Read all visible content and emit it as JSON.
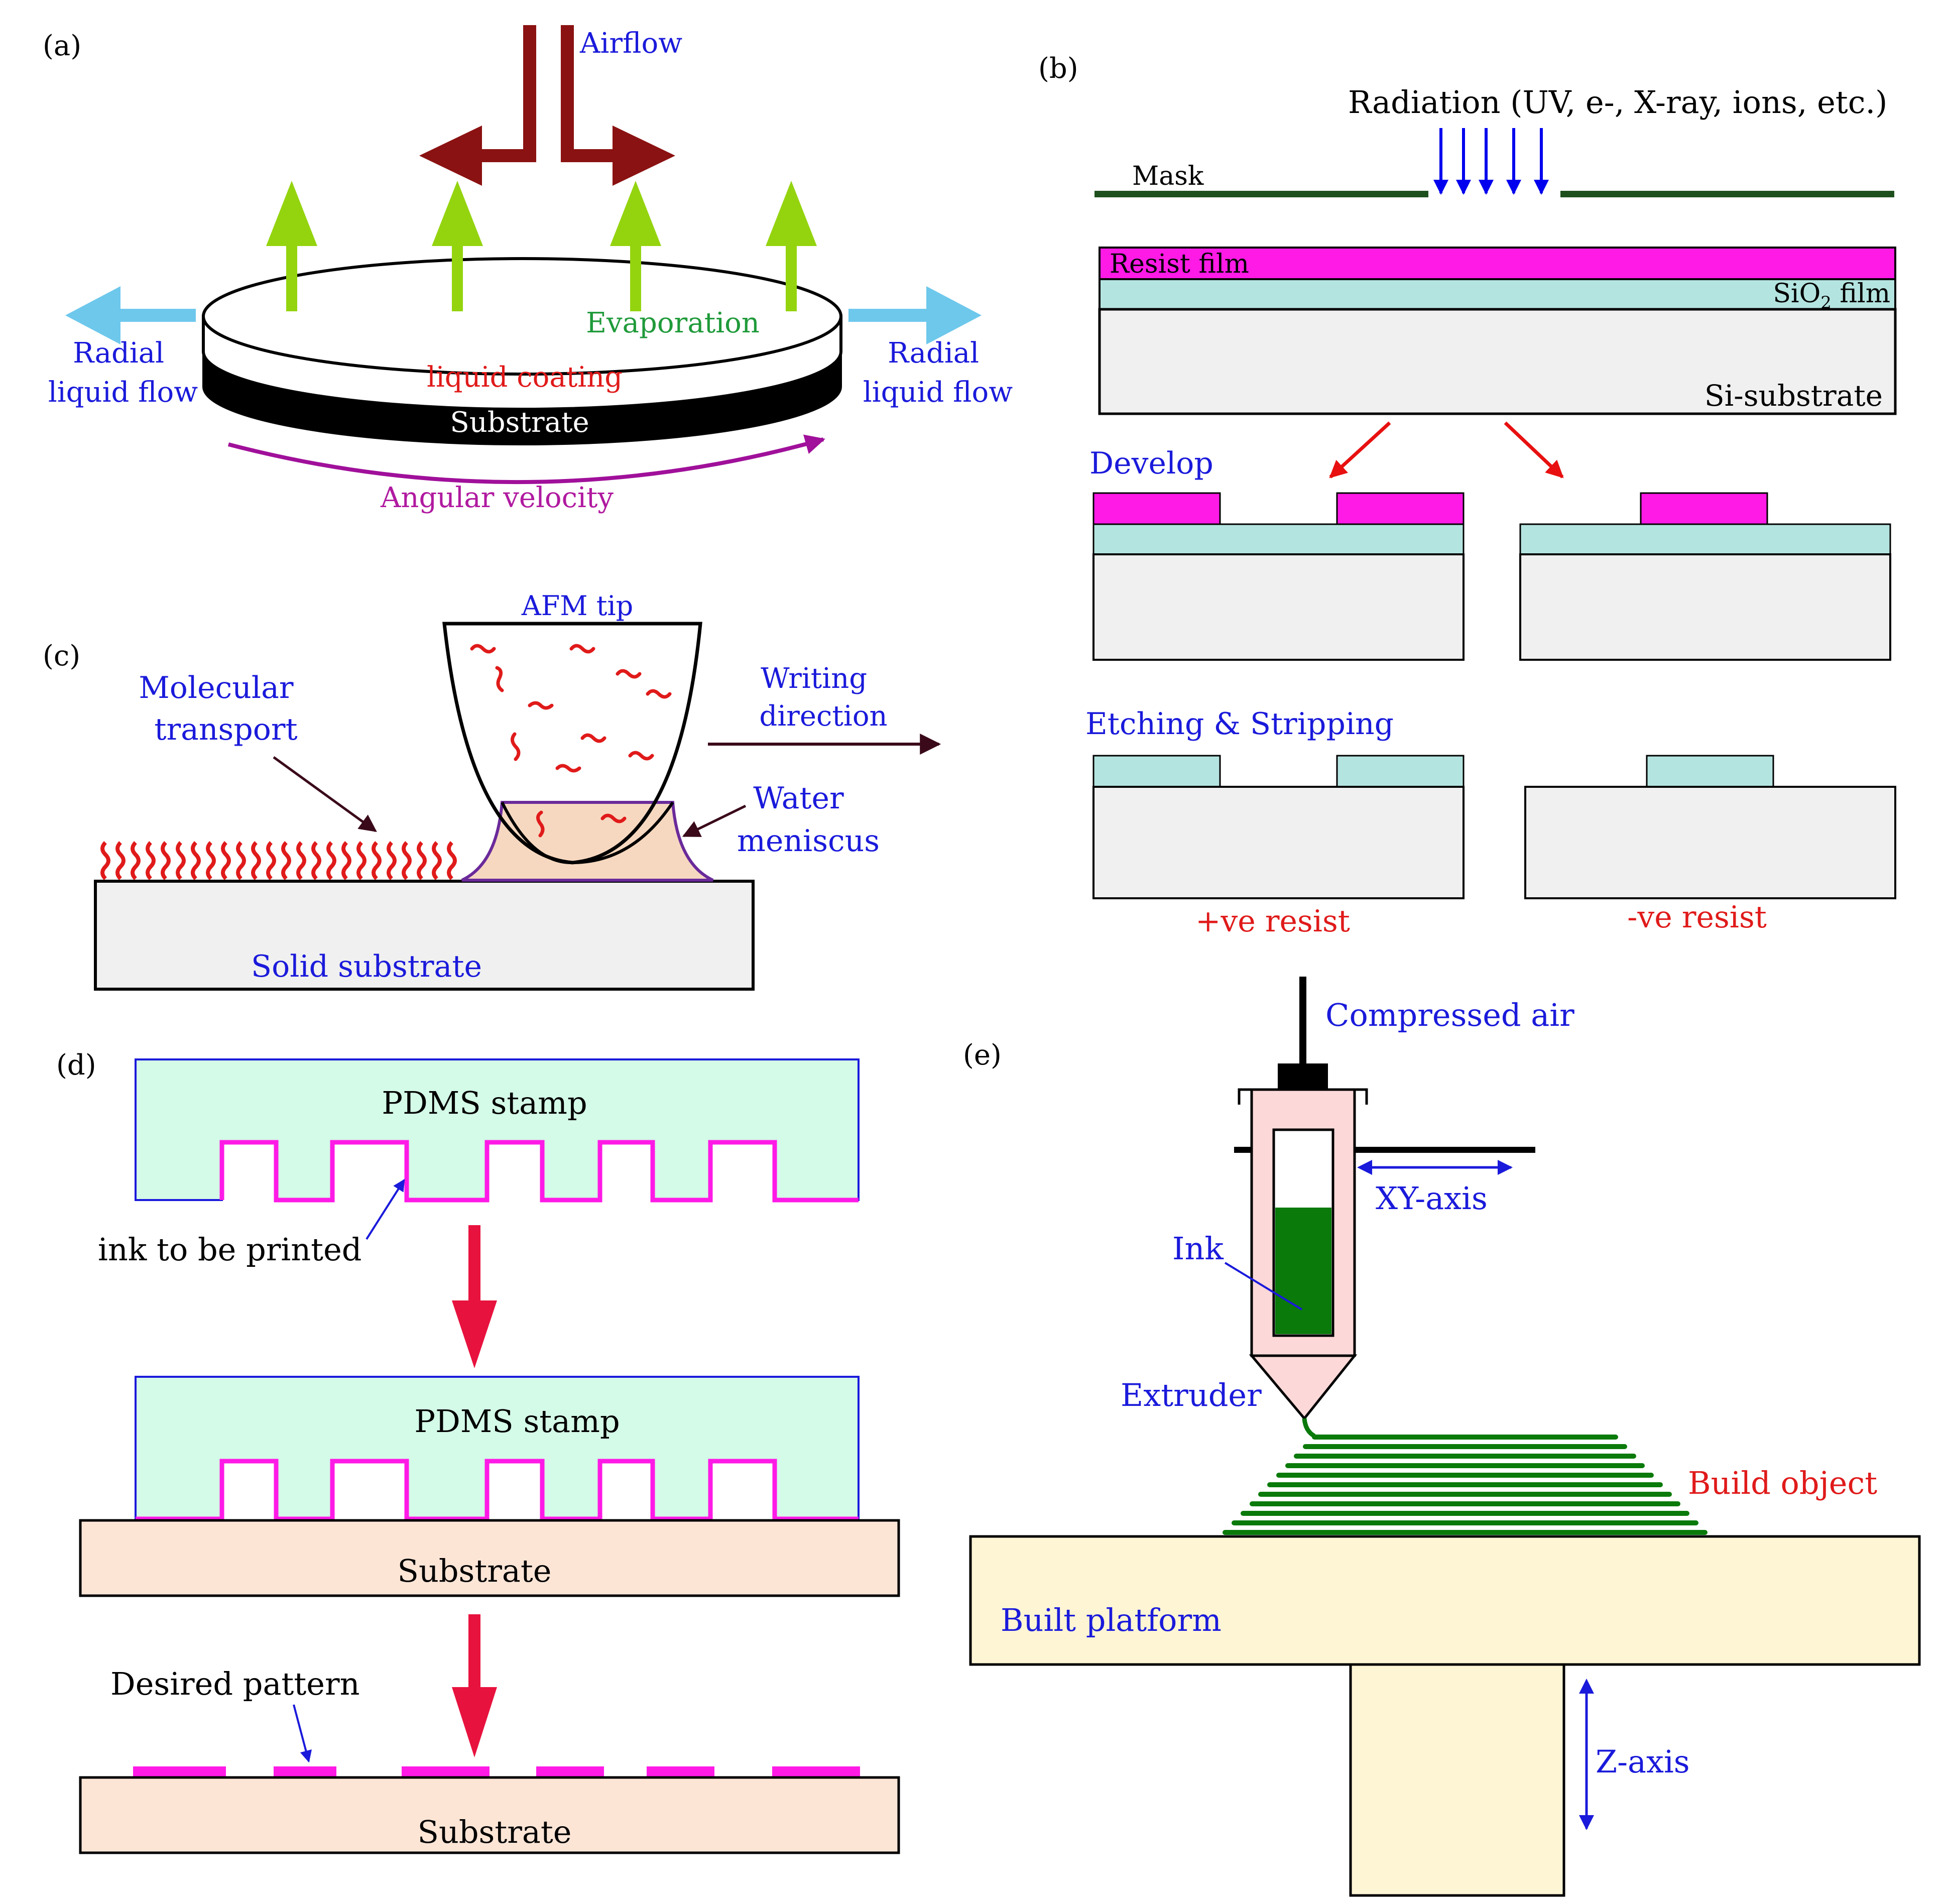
{
  "colors": {
    "blue_text": "#1a1adb",
    "red_text": "#e01a1a",
    "green_text": "#1f9a3a",
    "magenta_text": "#b01aa0",
    "dark_red_arrow": "#8b1212",
    "light_green_arrow": "#94d40f",
    "cyan_arrow": "#6ec8ec",
    "resist": "#ff1ae6",
    "sio2": "#b4e4e0",
    "substrate_gray": "#f0f0f0",
    "mask": "#1e501e",
    "radiation": "#0000ee",
    "pdms": "#d4fae8",
    "peach": "#fde5d6",
    "ink_green": "#0a7a0a",
    "platform": "#fdf5d4",
    "syringe": "#fdd8d8",
    "build_arrow": "#e8123e",
    "tip_fill": "#f6d8c0",
    "meniscus_edge": "#6a2a9a"
  },
  "panel_a": {
    "label": "(a)",
    "airflow": "Airflow",
    "evaporation": "Evaporation",
    "radial_flow_left": [
      "Radial",
      "liquid flow"
    ],
    "radial_flow_right": [
      "Radial",
      "liquid flow"
    ],
    "liquid_coating": "liquid coating",
    "substrate": "Substrate",
    "angular_velocity": "Angular velocity"
  },
  "panel_b": {
    "label": "(b)",
    "radiation": "Radiation (UV, e-, X-ray, ions, etc.)",
    "mask": "Mask",
    "resist_film": "Resist film",
    "sio2_prefix": "SiO",
    "sio2_sub": "2",
    "sio2_suffix": " film",
    "si_substrate": "Si-substrate",
    "develop": "Develop",
    "etching": "Etching & Stripping",
    "positive_resist": "+ve resist",
    "negative_resist": "-ve resist"
  },
  "panel_c": {
    "label": "(c)",
    "afm_tip": "AFM tip",
    "molecular_transport": [
      "Molecular",
      "transport"
    ],
    "writing_direction": [
      "Writing",
      "direction"
    ],
    "water_meniscus": [
      "Water",
      "meniscus"
    ],
    "solid_substrate": "Solid substrate"
  },
  "panel_d": {
    "label": "(d)",
    "pdms_stamp_1": "PDMS stamp",
    "ink_label": "ink to be printed",
    "pdms_stamp_2": "PDMS stamp",
    "substrate_1": "Substrate",
    "desired_pattern": "Desired pattern",
    "substrate_2": "Substrate"
  },
  "panel_e": {
    "label": "(e)",
    "compressed_air": "Compressed air",
    "xy_axis": "XY-axis",
    "ink": "Ink",
    "extruder": "Extruder",
    "build_object": "Build object",
    "built_platform": "Built platform",
    "z_axis": "Z-axis"
  }
}
